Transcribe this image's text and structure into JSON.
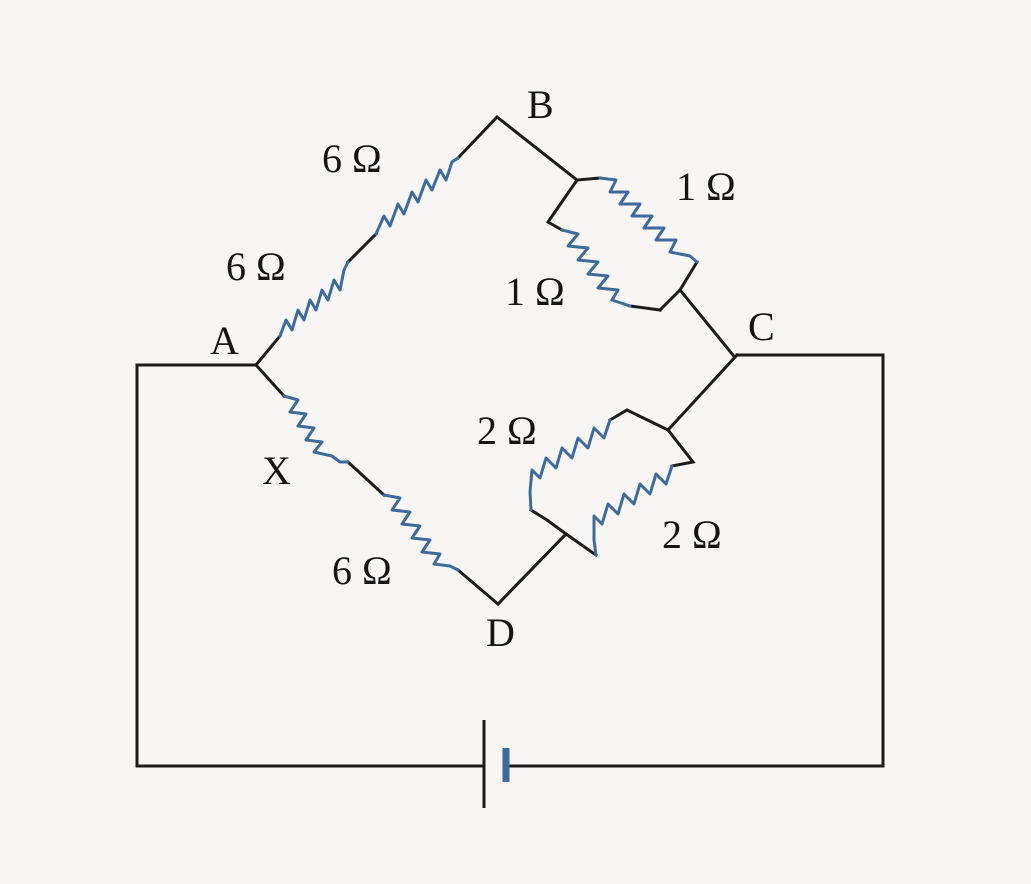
{
  "nodes": {
    "a": "A",
    "b": "B",
    "c": "C",
    "d": "D",
    "x": "X"
  },
  "resistors": {
    "ab_upper": "6 Ω",
    "ab_lower": "6 Ω",
    "bc_outer": "1 Ω",
    "bc_inner": "1 Ω",
    "ad_lower": "6 Ω",
    "dc_inner": "2 Ω",
    "dc_outer": "2 Ω"
  },
  "colors": {
    "wire": "#1c1c1c",
    "resistor": "#3f6b9c",
    "background": "#f7f6f4"
  }
}
